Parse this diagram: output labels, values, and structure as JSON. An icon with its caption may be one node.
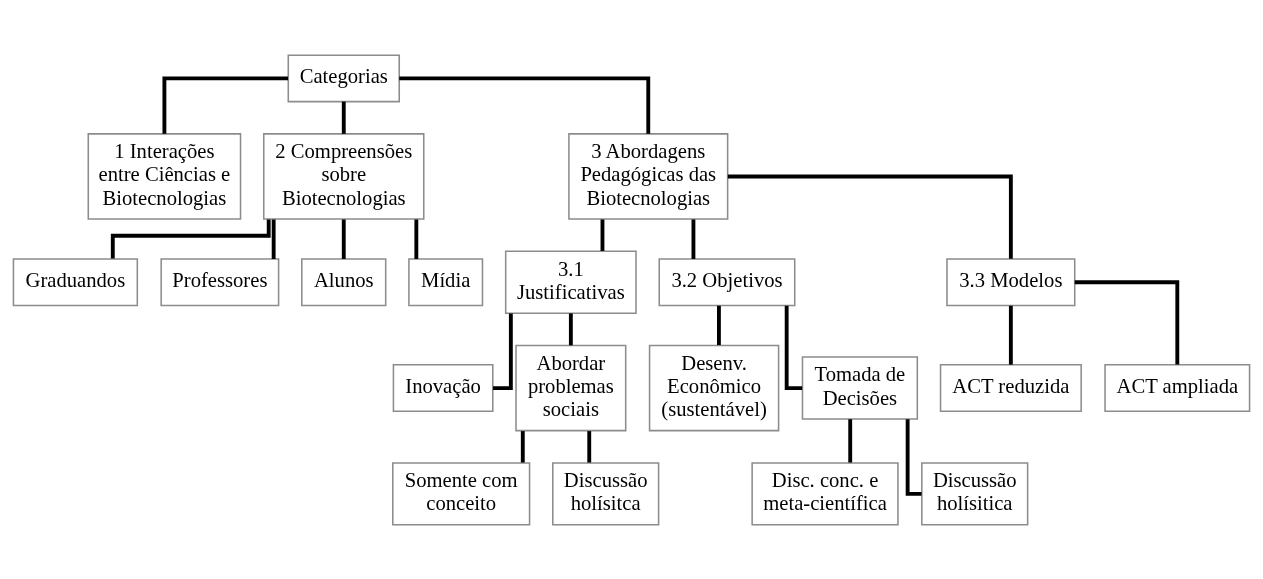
{
  "diagram": {
    "nodes": [
      {
        "text": [
          "Categorias"
        ]
      },
      {
        "text": [
          "1 Interações entre Ciências e Biotecnologias"
        ]
      },
      {
        "text": [
          "2 Compreensões sobre Biotecnologias"
        ]
      },
      {
        "text": [
          "3 Abordagens Pedagógicas das Biotecnologias"
        ]
      },
      {
        "text": [
          "Graduandos"
        ]
      },
      {
        "text": [
          "Professores"
        ]
      },
      {
        "text": [
          "Alunos"
        ]
      },
      {
        "text": [
          "Mídia"
        ]
      },
      {
        "text": [
          "3.1 Justificativas"
        ]
      },
      {
        "text": [
          "3.2 Objetivos"
        ]
      },
      {
        "text": [
          "3.3 Modelos"
        ]
      },
      {
        "text": [
          "Inovação"
        ]
      },
      {
        "text": [
          "Abordar problemas sociais"
        ]
      },
      {
        "text": [
          "Somente com conceito"
        ]
      },
      {
        "text": [
          "Discussão holísitca"
        ]
      },
      {
        "text": [
          "Desenv. Econômico (sustentável)"
        ]
      },
      {
        "text": [
          "Tomada de Decisões"
        ]
      },
      {
        "text": [
          "Disc. conc. e meta-científica"
        ]
      },
      {
        "text": [
          "Discussão holísitica"
        ]
      },
      {
        "text": [
          "ACT reduzida"
        ]
      },
      {
        "text": [
          "ACT ampliada"
        ]
      }
    ],
    "edges": [
      {
        "from": 0,
        "to": 1,
        "arrow": "none"
      },
      {
        "from": 0,
        "to": 2,
        "arrow": "none"
      },
      {
        "from": 0,
        "to": 3,
        "arrow": "none"
      },
      {
        "from": 2,
        "to": 4,
        "arrow": "none"
      },
      {
        "from": 2,
        "to": 5,
        "arrow": "none"
      },
      {
        "from": 2,
        "to": 6,
        "arrow": "none"
      },
      {
        "from": 2,
        "to": 7,
        "arrow": "none"
      },
      {
        "from": 3,
        "to": 8,
        "arrow": "none"
      },
      {
        "from": 3,
        "to": 9,
        "arrow": "none"
      },
      {
        "from": 3,
        "to": 10,
        "arrow": "none"
      },
      {
        "from": 8,
        "to": 11,
        "arrow": "none"
      },
      {
        "from": 8,
        "to": 12,
        "arrow": "none"
      },
      {
        "from": 12,
        "to": 13,
        "arrow": "none"
      },
      {
        "from": 12,
        "to": 14,
        "arrow": "none"
      },
      {
        "from": 9,
        "to": 15,
        "arrow": "none"
      },
      {
        "from": 9,
        "to": 16,
        "arrow": "none"
      },
      {
        "from": 16,
        "to": 17,
        "arrow": "none"
      },
      {
        "from": 16,
        "to": 18,
        "arrow": "none"
      },
      {
        "from": 10,
        "to": 19,
        "arrow": "none"
      },
      {
        "from": 10,
        "to": 20,
        "arrow": "none"
      }
    ]
  }
}
